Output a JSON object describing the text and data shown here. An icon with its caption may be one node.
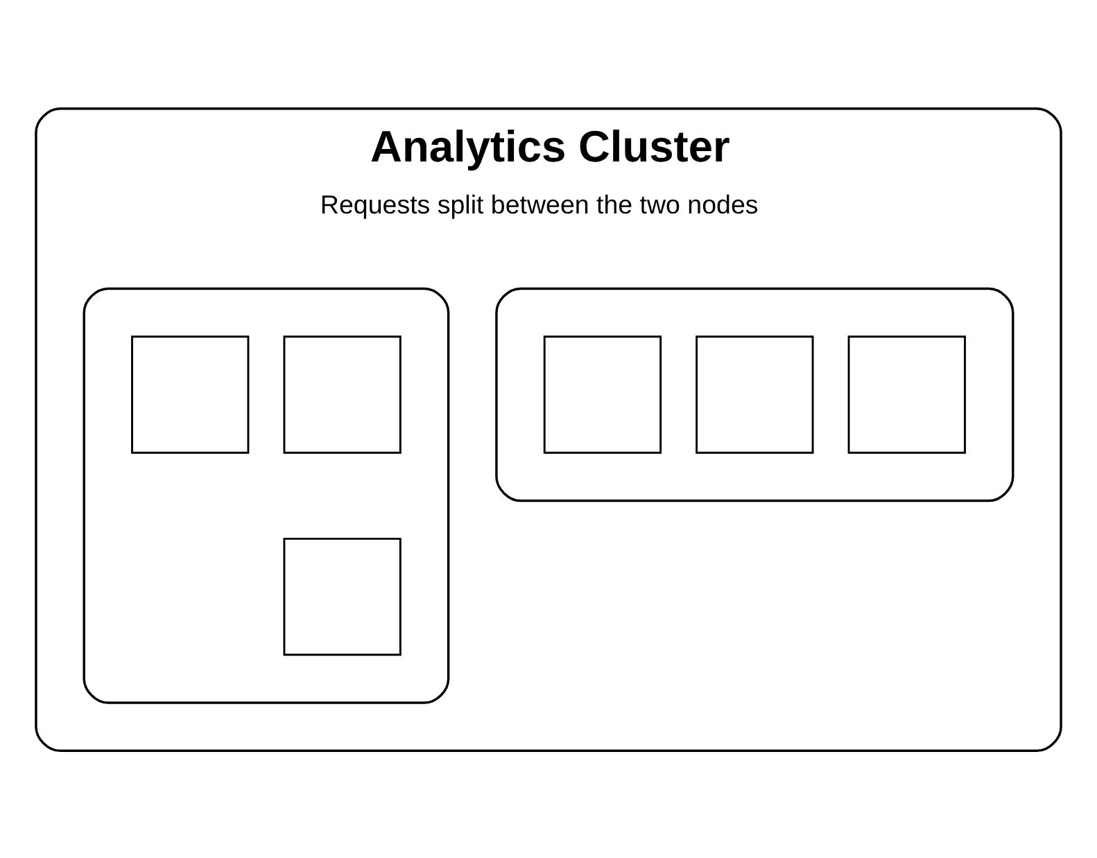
{
  "diagram": {
    "nodes": [
      {
        "text": [
          "Analytics Cluster",
          "Requests split between the two nodes"
        ]
      },
      {
        "text": [],
        "shape": "box",
        "in": 0
      },
      {
        "text": [],
        "shape": "box",
        "in": 1
      },
      {
        "text": [],
        "shape": "box",
        "in": 1
      },
      {
        "text": [],
        "shape": "box",
        "in": 1
      },
      {
        "text": [],
        "shape": "box",
        "in": 0
      },
      {
        "text": [],
        "shape": "box",
        "in": 5
      },
      {
        "text": [],
        "shape": "box",
        "in": 5
      },
      {
        "text": [],
        "shape": "box",
        "in": 5
      }
    ],
    "edges": []
  }
}
